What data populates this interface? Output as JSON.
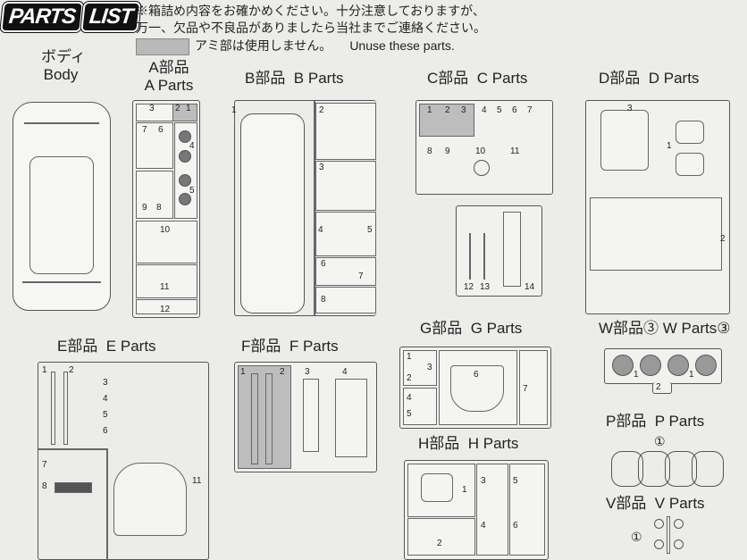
{
  "header": {
    "logo": [
      "PARTS",
      "LIST"
    ],
    "note_line1": "※箱詰め内容をお確かめください。十分注意しておりますが、",
    "note_line2": "万一、欠品や不良品がありましたら当社までご連絡ください。",
    "unused_jp": "アミ部は使用しません。",
    "unused_en": "Unuse these parts."
  },
  "body": {
    "jp": "ボディ",
    "en": "Body"
  },
  "A": {
    "jp": "A部品",
    "en": "A Parts",
    "nums": [
      "3",
      "2",
      "1",
      "7",
      "6",
      "4",
      "9",
      "8",
      "5",
      "10",
      "11",
      "12"
    ]
  },
  "B": {
    "jp": "B部品",
    "en": "B Parts",
    "nums": [
      "1",
      "2",
      "3",
      "4",
      "5",
      "6",
      "7",
      "8"
    ]
  },
  "C": {
    "jp": "C部品",
    "en": "C Parts",
    "nums": [
      "1",
      "2",
      "3",
      "4",
      "5",
      "6",
      "7",
      "8",
      "9",
      "10",
      "11",
      "12",
      "13",
      "14"
    ]
  },
  "D": {
    "jp": "D部品",
    "en": "D Parts",
    "nums": [
      "3",
      "1",
      "2"
    ]
  },
  "E": {
    "jp": "E部品",
    "en": "E Parts",
    "nums": [
      "1",
      "2",
      "3",
      "4",
      "5",
      "6",
      "7",
      "8",
      "11"
    ]
  },
  "F": {
    "jp": "F部品",
    "en": "F Parts",
    "nums": [
      "1",
      "2",
      "3",
      "4"
    ]
  },
  "G": {
    "jp": "G部品",
    "en": "G Parts",
    "nums": [
      "1",
      "2",
      "3",
      "4",
      "5",
      "6",
      "7"
    ]
  },
  "H": {
    "jp": "H部品",
    "en": "H Parts",
    "nums": [
      "1",
      "2",
      "3",
      "4",
      "5",
      "6"
    ]
  },
  "W": {
    "jp": "W部品③",
    "en": "W Parts③",
    "nums": [
      "1",
      "1",
      "2"
    ]
  },
  "P": {
    "jp": "P部品",
    "en": "P Parts",
    "qty": "①"
  },
  "V": {
    "jp": "V部品",
    "en": "V Parts",
    "qty": "①"
  }
}
